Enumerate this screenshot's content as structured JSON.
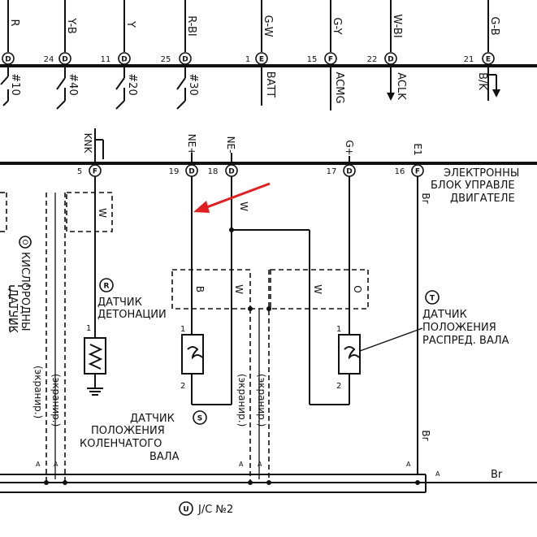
{
  "top_connector": {
    "wires": [
      {
        "color": "R",
        "pin_no": "",
        "pin_letter": "D",
        "terminal": "#10"
      },
      {
        "color": "Y-B",
        "pin_no": "24",
        "pin_letter": "D",
        "terminal": "#40"
      },
      {
        "color": "Y",
        "pin_no": "11",
        "pin_letter": "D",
        "terminal": "#20"
      },
      {
        "color": "R-BI",
        "pin_no": "25",
        "pin_letter": "D",
        "terminal": "#30"
      },
      {
        "color": "G-W",
        "pin_no": "1",
        "pin_letter": "E",
        "terminal": "BATT"
      },
      {
        "color": "G-Y",
        "pin_no": "15",
        "pin_letter": "F",
        "terminal": "ACMG"
      },
      {
        "color": "W-BI",
        "pin_no": "22",
        "pin_letter": "D",
        "terminal": "ACLK"
      },
      {
        "color": "G-B",
        "pin_no": "21",
        "pin_letter": "E",
        "terminal": "B/K"
      }
    ]
  },
  "ecu": {
    "title_lines": [
      "ЭЛЕКТРОННЫ",
      "БЛОК УПРАВЛЕ",
      "ДВИГАТЕЛЕ"
    ],
    "pins": [
      {
        "terminal": "KNK",
        "pin_no": "5",
        "pin_letter": "F"
      },
      {
        "terminal": "NE+",
        "pin_no": "19",
        "pin_letter": "D"
      },
      {
        "terminal": "NE-",
        "pin_no": "18",
        "pin_letter": "D"
      },
      {
        "terminal": "G+",
        "pin_no": "17",
        "pin_letter": "D"
      },
      {
        "terminal": "E1",
        "pin_no": "16",
        "pin_letter": "F"
      }
    ]
  },
  "wire_labels": {
    "knk": "W",
    "ne_plus": "B",
    "ne_minus_top": "W",
    "ne_minus": "W",
    "g_plus": "O",
    "g_link": "W",
    "e1_top": "Br",
    "e1_bottom": "Br",
    "jc_right": "Br"
  },
  "components": {
    "oxygen_sensor": {
      "marker": "O",
      "lines": [
        "КИСЛОРОДНЫ",
        "ДАТЧИК"
      ]
    },
    "knock_sensor": {
      "marker": "R",
      "lines": [
        "ДАТЧИК",
        "ДЕТОНАЦИИ"
      ]
    },
    "crank_sensor": {
      "marker": "S",
      "lines": [
        "ДАТЧИК",
        "ПОЛОЖЕНИЯ",
        "КОЛЕНЧАТОГО",
        "ВАЛА"
      ]
    },
    "cam_sensor": {
      "marker": "T",
      "lines": [
        "ДАТЧИК",
        "ПОЛОЖЕНИЯ",
        "РАСПРЕД. ВАЛА"
      ]
    }
  },
  "pin_numbers": {
    "one": "1",
    "two": "2"
  },
  "shield_label": "(экранир.)",
  "junction_labels": {
    "a": "A"
  },
  "jc": {
    "marker": "U",
    "label": "J/C №2"
  },
  "colors": {
    "ink": "#111111",
    "arrow": "#e02020",
    "background": "#ffffff"
  }
}
